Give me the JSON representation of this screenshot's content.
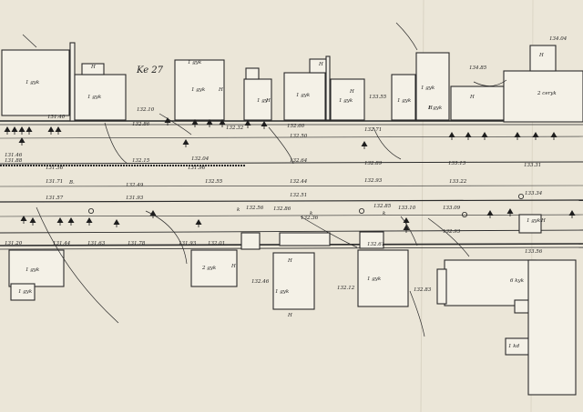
{
  "sheet": {
    "paper_color": "#e9e4d6",
    "ink_color": "#2b2b2b",
    "block_label": "Ke 27"
  },
  "building_labels": [
    "1 gyk",
    "1 gyk",
    "1 gyk",
    "1 gy",
    "1 gyk",
    "1 gyk",
    "1 gyk",
    "1 gyk",
    "1 gyk",
    "2 ceryk",
    "1 gyk",
    "1 gyk",
    "2 gyk",
    "1 gyk",
    "1 gyk",
    "1 gyk",
    "6 kyk",
    "1 kd",
    "1 gyk"
  ],
  "material_marks": [
    "H",
    "H",
    "H",
    "H",
    "H",
    "H",
    "H",
    "H",
    "H",
    "H",
    "H",
    "H"
  ],
  "elevations": [
    "134.04",
    "134.85",
    "132.10",
    "133.55",
    "131.40",
    "132.86",
    "132.32",
    "132.60",
    "132.50",
    "132.71",
    "131.46",
    "131.88",
    "132.15",
    "132.04",
    "132.64",
    "132.89",
    "133.13",
    "133.31",
    "131.56",
    "131.96",
    "132.55",
    "132.44",
    "132.93",
    "133.22",
    "131.71",
    "132.49",
    "132.51",
    "133.34",
    "131.57",
    "131.93",
    "132.56",
    "132.86",
    "132.36",
    "132.85",
    "133.10",
    "133.09",
    "131.20",
    "131.44",
    "131.63",
    "131.78",
    "131.93",
    "132.01",
    "132.61",
    "132.93",
    "132.46",
    "132.12",
    "132.83",
    "133.56"
  ],
  "street_marks": [
    "B.",
    "k",
    "k",
    "k"
  ],
  "trees_count_note": "",
  "icons": {
    "tree": "tree-icon",
    "hydrant": "hydrant-icon"
  }
}
